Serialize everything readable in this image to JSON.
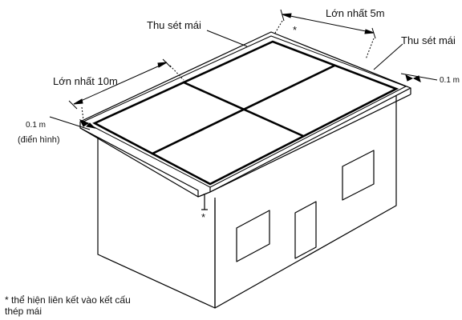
{
  "labels": {
    "roof_conductor_left": "Thu sét mái",
    "roof_conductor_right": "Thu sét mái",
    "max_5m": "Lớn nhất 5m",
    "max_10m": "Lớn nhất 10m",
    "offset_left": "0.1 m",
    "offset_left_note": "(điển hình)",
    "offset_right": "0.1 m",
    "asterisk_top": "*",
    "asterisk_bottom": "*"
  },
  "footnote": {
    "line1": "* thể hiện liên kết vào kết cấu",
    "line2": "thép mái"
  },
  "colors": {
    "line": "#000000",
    "background": "#ffffff"
  }
}
